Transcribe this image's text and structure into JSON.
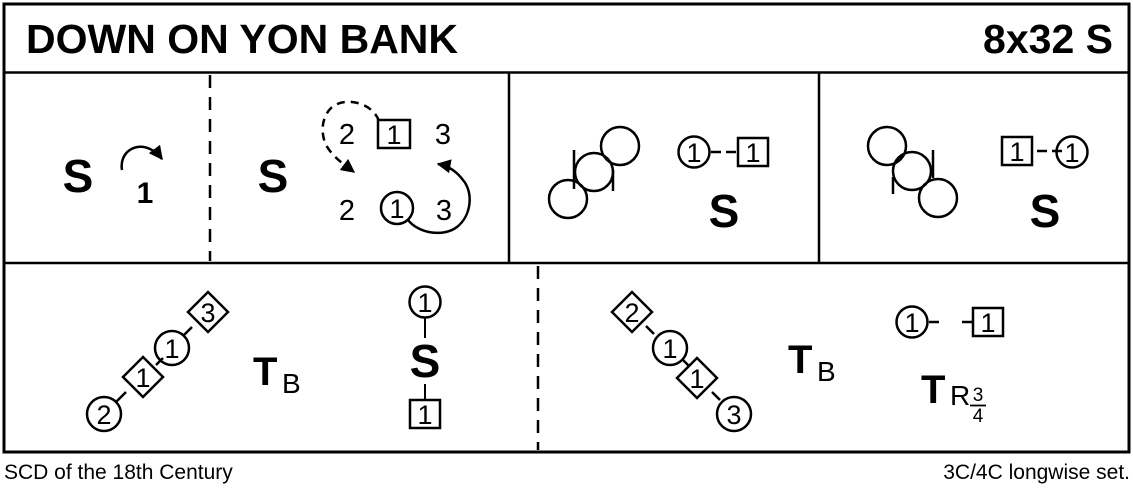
{
  "header": {
    "title": "DOWN ON YON BANK",
    "repeats": "8x32 S"
  },
  "footer": {
    "source": "SCD of the 18th Century",
    "set_type": "3C/4C longwise set."
  },
  "colors": {
    "ink": "#000000",
    "paper": "#ffffff"
  },
  "cells": {
    "bars_1_2": {
      "step": "S",
      "couple": "1"
    },
    "bars_3_4": {
      "step": "S",
      "top_row": [
        "2",
        "1",
        "3"
      ],
      "bottom_row": [
        "2",
        "1",
        "3"
      ]
    },
    "bars_5_6": {
      "step": "S",
      "circle_label": "1",
      "box_label": "1"
    },
    "bars_7_8": {
      "step": "S",
      "box_label": "1",
      "circle_label": "1"
    },
    "bars_9_16": {
      "diagonal": [
        "2",
        "1",
        "1",
        "3"
      ],
      "turn": "T",
      "turn_sub": "B",
      "step": "S",
      "top_circle": "1",
      "bottom_box": "1"
    },
    "bars_17_24": {
      "diagonal": [
        "2",
        "1",
        "1",
        "3"
      ],
      "turn": "T",
      "turn_sub": "B"
    },
    "bars_25_32": {
      "circle_label": "1",
      "box_label": "1",
      "turn": "T",
      "turn_sub": "R",
      "fraction_num": "3",
      "fraction_den": "4"
    }
  }
}
